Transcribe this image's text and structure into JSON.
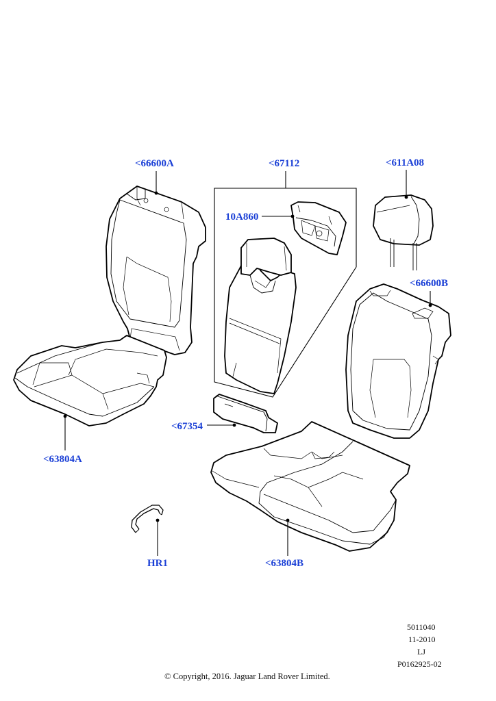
{
  "callouts": {
    "front_seat_back_cover": "<66600A",
    "rear_seat_module": "<67112",
    "headrest": "<611A08",
    "armrest_cupholder": "10A860",
    "rear_seat_back_cover": "<66600B",
    "armrest_cover": "<67354",
    "front_seat_cushion": "<63804A",
    "hog_ring": "HR1",
    "rear_seat_cushion": "<63804B"
  },
  "reference": {
    "line1": "5011040",
    "line2": "11-2010",
    "line3": "LJ",
    "line4": "P0162925-02"
  },
  "copyright": "© Copyright, 2016. Jaguar Land Rover Limited.",
  "colors": {
    "callout": "#1a3fd6",
    "line": "#000000",
    "background": "#ffffff"
  }
}
